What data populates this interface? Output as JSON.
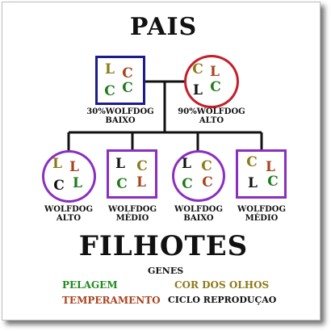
{
  "pais_title": "PAIS",
  "filhotes_title": "FILHOTES",
  "parents": [
    {
      "shape": "square",
      "color": "#1c1c8c",
      "genes": [
        "L",
        "C",
        "C",
        "C"
      ],
      "gene_colors": [
        "#8c7a17",
        "#a8431d",
        "#1f7a1f",
        "#1f7a1f"
      ],
      "pct": "30%",
      "kind": "WOLFDOG",
      "label": "BAIXO"
    },
    {
      "shape": "circle",
      "color": "#c41e2a",
      "genes": [
        "C",
        "L",
        "L",
        "C"
      ],
      "gene_colors": [
        "#8c7a17",
        "#a8431d",
        "#111111",
        "#1f7a1f"
      ],
      "pct": "90%",
      "kind": "WOLFDOG",
      "label": "ALTO"
    }
  ],
  "children": [
    {
      "shape": "circle",
      "color": "#8a2fc0",
      "genes": [
        "L",
        "L",
        "C",
        "L"
      ],
      "gene_colors": [
        "#8c7a17",
        "#a8431d",
        "#111111",
        "#1f7a1f"
      ],
      "name": "WOLFDOG",
      "label": "ALTO"
    },
    {
      "shape": "square",
      "color": "#8a2fc0",
      "genes": [
        "L",
        "C",
        "C",
        "L"
      ],
      "gene_colors": [
        "#111111",
        "#8c7a17",
        "#1f7a1f",
        "#a8431d"
      ],
      "name": "WOLFDOG",
      "label": "MÉDIO"
    },
    {
      "shape": "circle",
      "color": "#8a2fc0",
      "genes": [
        "L",
        "C",
        "C",
        "C"
      ],
      "gene_colors": [
        "#111111",
        "#8c7a17",
        "#1f7a1f",
        "#a8431d"
      ],
      "name": "WOLFDOG",
      "label": "BAIXO"
    },
    {
      "shape": "square",
      "color": "#8a2fc0",
      "genes": [
        "C",
        "L",
        "L",
        "C"
      ],
      "gene_colors": [
        "#8c7a17",
        "#a8431d",
        "#111111",
        "#1f7a1f"
      ],
      "name": "WOLFDOG",
      "label": "MÉDIO"
    }
  ],
  "legend": {
    "title": "GENES",
    "items": [
      {
        "label": "PELAGEM",
        "color": "#1f8a1f"
      },
      {
        "label": "COR DOS OLHOS",
        "color": "#8c7a17"
      },
      {
        "label": "TEMPERAMENTO",
        "color": "#a8431d"
      },
      {
        "label": "CICLO REPRODUÇAO",
        "color": "#111111"
      }
    ]
  }
}
